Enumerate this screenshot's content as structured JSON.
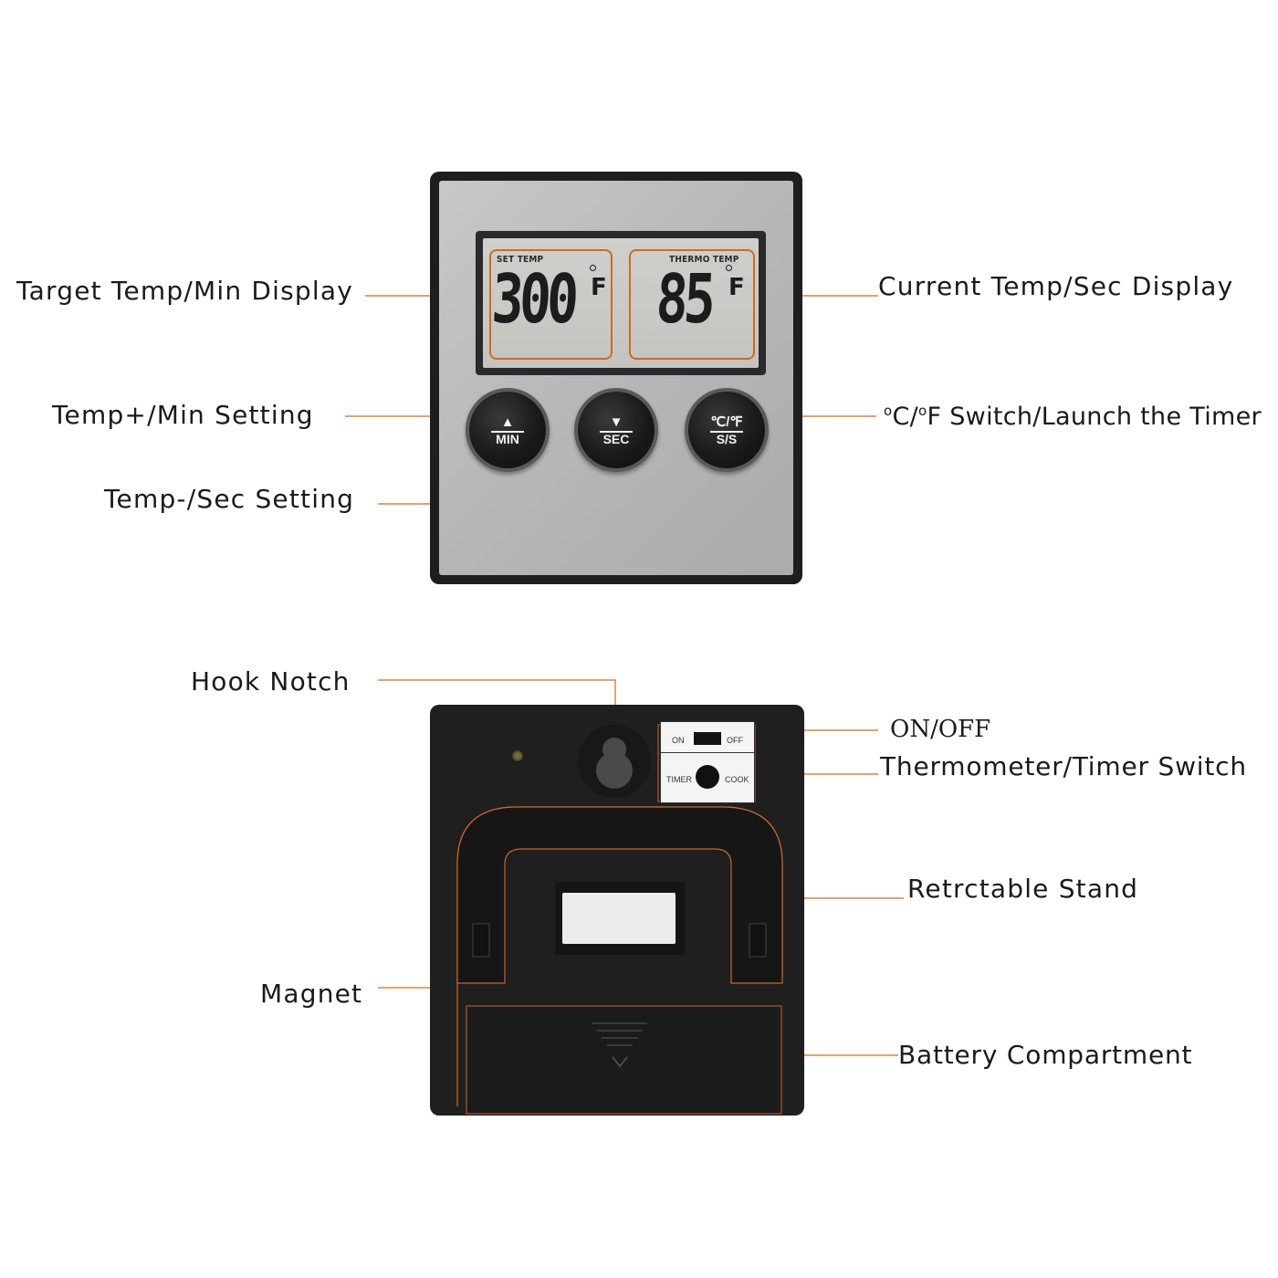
{
  "front": {
    "lcd_left": {
      "caption": "SET TEMP",
      "value": "300",
      "unit": "F"
    },
    "lcd_right": {
      "caption": "THERMO TEMP",
      "value": "85",
      "unit": "F"
    },
    "buttons": [
      {
        "top": "▲",
        "bottom": "MIN"
      },
      {
        "top": "▼",
        "bottom": "SEC"
      },
      {
        "top": "℃/℉",
        "bottom": "S/S"
      }
    ]
  },
  "back": {
    "power_switch": {
      "on": "ON",
      "off": "OFF"
    },
    "mode_switch": {
      "left": "TIMER",
      "right": "COOK"
    }
  },
  "labels": {
    "target_temp": "Target Temp/Min Display",
    "current_temp": "Current Temp/Sec Display",
    "temp_plus": "Temp+/Min Setting",
    "unit_switch_rest": "C/",
    "unit_switch_rest2": "F Switch/Launch the Timer",
    "unit_switch_sup": "o",
    "temp_minus": "Temp-/Sec Setting",
    "hook_notch": "Hook Notch",
    "on_off": "ON/OFF",
    "thermo_timer": "Thermometer/Timer Switch",
    "stand": "Retrctable Stand",
    "magnet": "Magnet",
    "battery": "Battery Compartment"
  },
  "colors": {
    "leader": "#d2691e",
    "lcd_frame": "#d2691e",
    "device": "#1e1e1e",
    "face": "#b8babc"
  }
}
